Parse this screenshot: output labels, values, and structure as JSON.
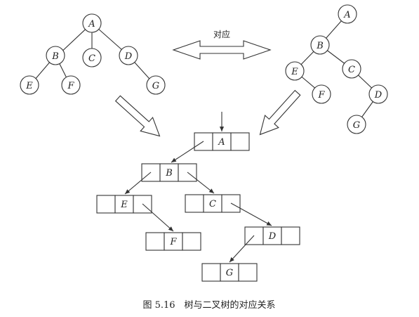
{
  "correspondence_label": "对应",
  "caption": "图 5.16　树与二叉树的对应关系",
  "tree_nodes": [
    "A",
    "B",
    "C",
    "D",
    "E",
    "F",
    "G"
  ],
  "binary_tree_nodes": [
    "A",
    "B",
    "C",
    "D",
    "E",
    "F",
    "G"
  ],
  "linked_nodes": [
    "A",
    "B",
    "E",
    "C",
    "F",
    "D",
    "G"
  ]
}
